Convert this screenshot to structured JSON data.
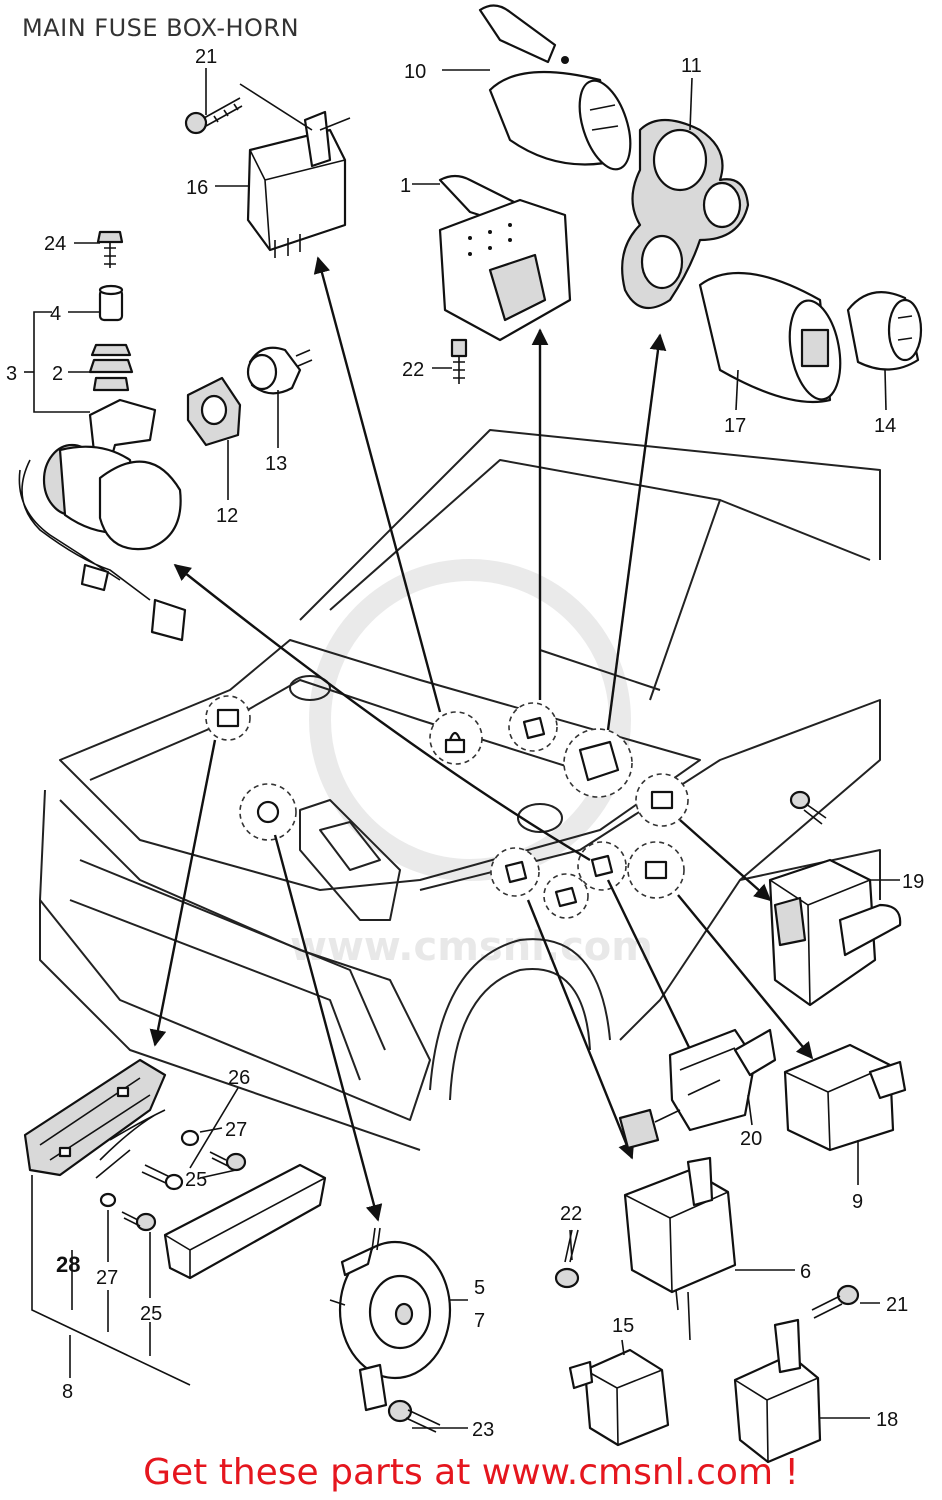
{
  "title": "MAIN FUSE BOX-HORN",
  "watermark": "www.cmsnl.com",
  "footer": "Get these parts at www.cmsnl.com !",
  "callouts": {
    "c1": "1",
    "c2": "2",
    "c3": "3",
    "c4": "4",
    "c5": "5",
    "c6": "6",
    "c7": "7",
    "c8": "8",
    "c9": "9",
    "c10": "10",
    "c11": "11",
    "c12": "12",
    "c13": "13",
    "c14": "14",
    "c15": "15",
    "c16": "16",
    "c17": "17",
    "c18": "18",
    "c19": "19",
    "c20": "20",
    "c21a": "21",
    "c21b": "21",
    "c22a": "22",
    "c22b": "22",
    "c23": "23",
    "c24": "24",
    "c25a": "25",
    "c25b": "25",
    "c26": "26",
    "c27a": "27",
    "c27b": "27",
    "c28": "28"
  },
  "colors": {
    "footer": "#e5161e",
    "line": "#111111",
    "watermark": "#e6e6e6"
  }
}
